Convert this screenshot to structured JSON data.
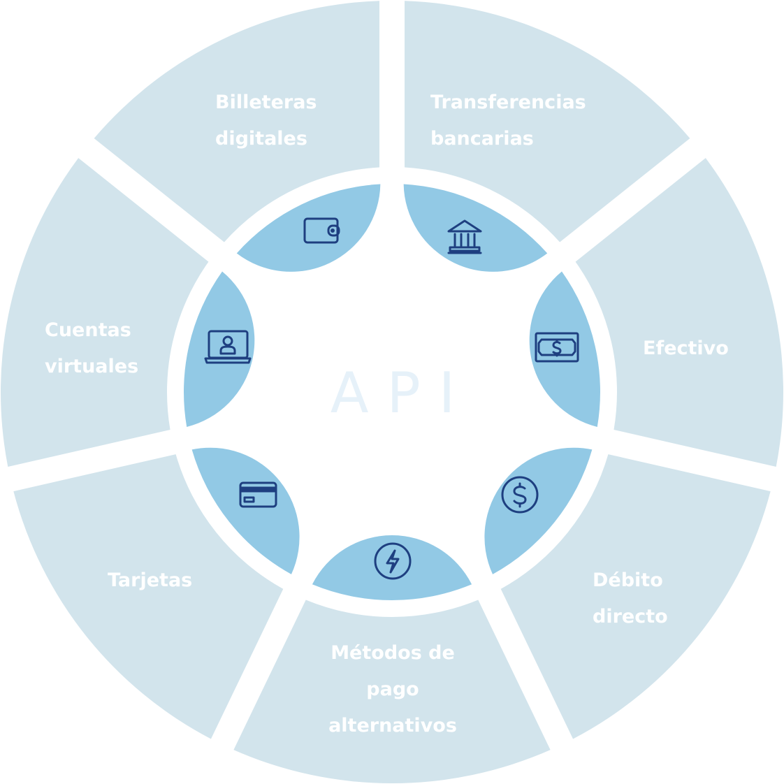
{
  "center_label": "API",
  "colors": {
    "outer_segment": "#d2e4ec",
    "inner_petal": "#92c9e5",
    "icon_stroke": "#1e3f80",
    "label_text": "#ffffff",
    "center_text": "#e6f1f9"
  },
  "segments": [
    {
      "lines": [
        "Transferencias",
        "bancarias"
      ],
      "icon": "bank-icon"
    },
    {
      "lines": [
        "Efectivo"
      ],
      "icon": "banknote-icon"
    },
    {
      "lines": [
        "Débito",
        "directo"
      ],
      "icon": "dollar-circle-icon"
    },
    {
      "lines": [
        "Métodos de",
        "pago",
        "alternativos"
      ],
      "icon": "lightning-circle-icon"
    },
    {
      "lines": [
        "Tarjetas"
      ],
      "icon": "credit-card-icon"
    },
    {
      "lines": [
        "Cuentas",
        "virtuales"
      ],
      "icon": "laptop-user-icon"
    },
    {
      "lines": [
        "Billeteras",
        "digitales"
      ],
      "icon": "wallet-icon"
    }
  ]
}
